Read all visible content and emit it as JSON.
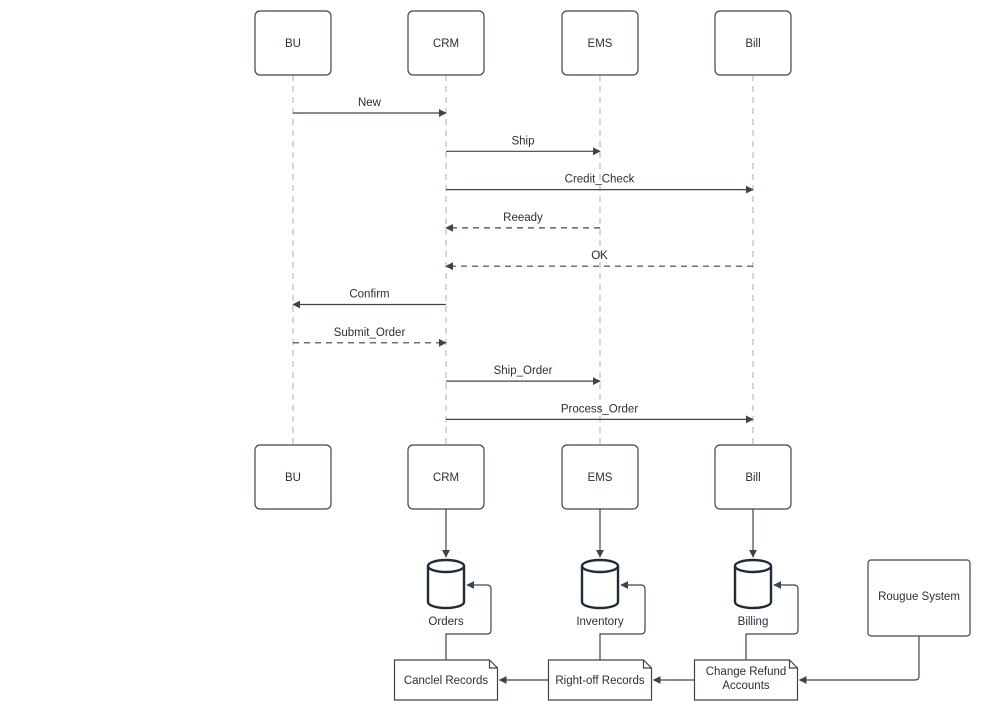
{
  "participants": [
    "BU",
    "CRM",
    "EMS",
    "Bill"
  ],
  "messages": [
    {
      "label": "New",
      "from": 0,
      "to": 1,
      "style": "solid"
    },
    {
      "label": "Ship",
      "from": 1,
      "to": 2,
      "style": "solid"
    },
    {
      "label": "Credit_Check",
      "from": 1,
      "to": 3,
      "style": "solid"
    },
    {
      "label": "Reeady",
      "from": 2,
      "to": 1,
      "style": "dashed"
    },
    {
      "label": "OK",
      "from": 3,
      "to": 1,
      "style": "dashed"
    },
    {
      "label": "Confirm",
      "from": 1,
      "to": 0,
      "style": "solid"
    },
    {
      "label": "Submit_Order",
      "from": 0,
      "to": 1,
      "style": "dashed"
    },
    {
      "label": "Ship_Order",
      "from": 1,
      "to": 2,
      "style": "solid"
    },
    {
      "label": "Process_Order",
      "from": 1,
      "to": 3,
      "style": "solid"
    }
  ],
  "databases": [
    {
      "label": "Orders",
      "participant": 1
    },
    {
      "label": "Inventory",
      "participant": 2
    },
    {
      "label": "Billing",
      "participant": 3
    }
  ],
  "documents": [
    {
      "label": "Canclel Records"
    },
    {
      "label": "Right-off Records"
    },
    {
      "label": "Change Refund Accounts",
      "lines": [
        "Change Refund",
        "Accounts"
      ]
    }
  ],
  "external_system": {
    "label": "Rougue System"
  },
  "colors": {
    "stroke": "#3d4450",
    "lifeline": "#b9bcc2",
    "db_stroke": "#1e2c3b",
    "text": "#2a2f38"
  }
}
